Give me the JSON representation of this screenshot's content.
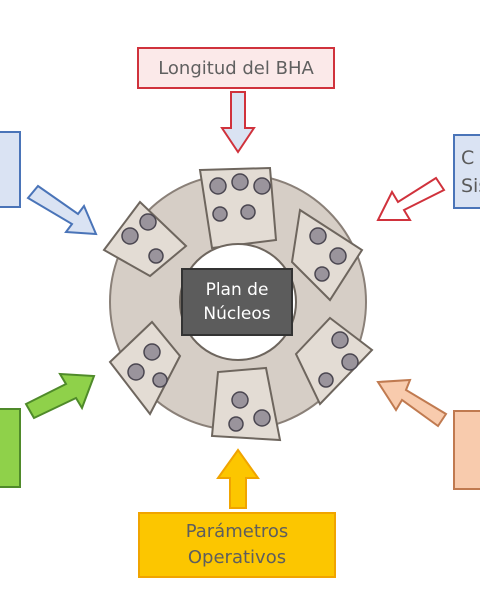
{
  "diagram": {
    "top_label": "Longitud del BHA",
    "bottom_label_line1": "Parámetros",
    "bottom_label_line2": "Operativos",
    "center_label_line1": "Plan de",
    "center_label_line2": "Núcleos",
    "right_top_label_line1": "C",
    "right_top_label_line2": "Sis"
  },
  "colors": {
    "red_border": "#d0323c",
    "blue_border": "#4a74b8",
    "green_fill": "#8fd14a",
    "orange_fill": "#f8cbad",
    "yellow_fill": "#fcc600"
  }
}
